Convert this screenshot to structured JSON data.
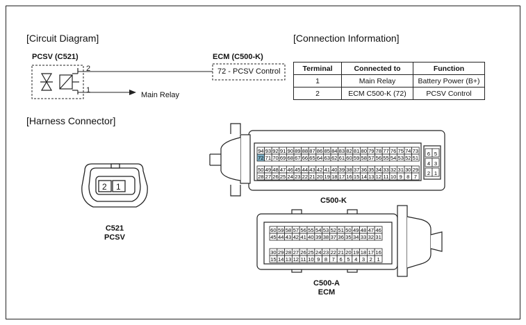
{
  "sections": {
    "circuit_title": "[Circuit Diagram]",
    "connection_title": "[Connection Information]",
    "harness_title": "[Harness Connector]"
  },
  "circuit": {
    "pcsv_label": "PCSV (C521)",
    "ecm_label": "ECM (C500-K)",
    "ecm_pin_text": "72 - PCSV Control",
    "wire_top_num": "2",
    "wire_bottom_num": "1",
    "main_relay_text": "Main Relay"
  },
  "connection_table": {
    "headers": [
      "Terminal",
      "Connected to",
      "Function"
    ],
    "rows": [
      [
        "1",
        "Main Relay",
        "Battery Power (B+)"
      ],
      [
        "2",
        "ECM C500-K (72)",
        "PCSV Control"
      ]
    ]
  },
  "c521": {
    "pins": [
      "2",
      "1"
    ],
    "caption_line1": "C521",
    "caption_line2": "PCSV"
  },
  "c500k": {
    "caption": "C500-K",
    "highlight_pin": "72",
    "highlight_color": "#7fb3c9",
    "rows": [
      [
        "94",
        "93",
        "92",
        "91",
        "90",
        "89",
        "88",
        "87",
        "86",
        "85",
        "84",
        "83",
        "82",
        "81",
        "80",
        "79",
        "78",
        "77",
        "76",
        "75",
        "74",
        "73"
      ],
      [
        "72",
        "71",
        "70",
        "69",
        "68",
        "67",
        "66",
        "65",
        "64",
        "63",
        "62",
        "61",
        "60",
        "59",
        "58",
        "57",
        "56",
        "55",
        "54",
        "53",
        "52",
        "51"
      ],
      [
        "50",
        "49",
        "48",
        "47",
        "46",
        "45",
        "44",
        "43",
        "42",
        "41",
        "40",
        "39",
        "38",
        "37",
        "36",
        "35",
        "34",
        "33",
        "32",
        "31",
        "30",
        "29"
      ],
      [
        "28",
        "27",
        "26",
        "25",
        "24",
        "23",
        "22",
        "21",
        "20",
        "19",
        "18",
        "17",
        "16",
        "15",
        "14",
        "13",
        "12",
        "11",
        "10",
        "9",
        "8",
        "7"
      ]
    ],
    "side_pins": [
      [
        "6",
        "5"
      ],
      [
        "4",
        "3"
      ],
      [
        "2",
        "1"
      ]
    ]
  },
  "c500a": {
    "caption_line1": "C500-A",
    "caption_line2": "ECM",
    "rows": [
      [
        "60",
        "59",
        "58",
        "57",
        "56",
        "55",
        "54",
        "53",
        "52",
        "51",
        "50",
        "49",
        "48",
        "47",
        "46"
      ],
      [
        "45",
        "44",
        "43",
        "42",
        "41",
        "40",
        "39",
        "38",
        "37",
        "36",
        "35",
        "34",
        "33",
        "32",
        "31"
      ],
      [
        "30",
        "29",
        "28",
        "27",
        "26",
        "25",
        "24",
        "23",
        "22",
        "21",
        "20",
        "19",
        "18",
        "17",
        "16"
      ],
      [
        "15",
        "14",
        "13",
        "12",
        "11",
        "10",
        "9",
        "8",
        "7",
        "6",
        "5",
        "4",
        "3",
        "2",
        "1"
      ]
    ]
  }
}
